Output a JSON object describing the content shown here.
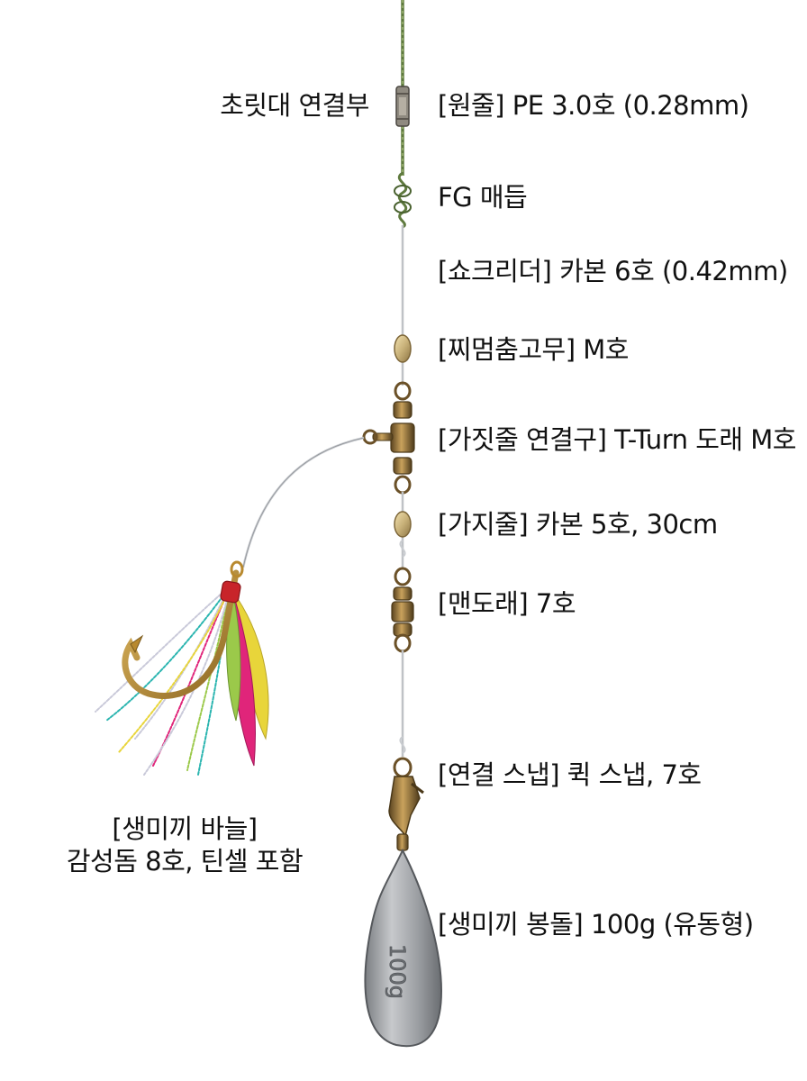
{
  "labels": {
    "rod_connection": "초릿대 연결부",
    "main_line": "[원줄] PE 3.0호 (0.28mm)",
    "fg_knot": "FG 매듭",
    "shock_leader": "[쇼크리더] 카본 6호 (0.42mm)",
    "stopper": "[찌멈춤고무] M호",
    "branch_connector": "[가짓줄 연결구] T-Turn 도래 M호",
    "branch_line": "[가지줄] 카본 5호, 30cm",
    "swivel": "[맨도래] 7호",
    "snap": "[연결 스냅] 퀵 스냅, 7호",
    "sinker": "[생미끼 봉돌] 100g (유동형)",
    "hook_title": "[생미끼 바늘]",
    "hook_detail": "감성돔 8호, 틴셀 포함"
  },
  "sinker_mark": "100g",
  "colors": {
    "pe_line": "#5f7a3e",
    "leader": "#c9ccd0",
    "brass": "#8a6a35",
    "bead": "#c9b27a",
    "hook_gold": "#b8892e",
    "lead": "#9a9da1",
    "tinsel": [
      "#e0257a",
      "#2bb5b0",
      "#e8d53a",
      "#9bc94a",
      "#c9c9d9"
    ],
    "hook_wrap": "#c8242a"
  }
}
